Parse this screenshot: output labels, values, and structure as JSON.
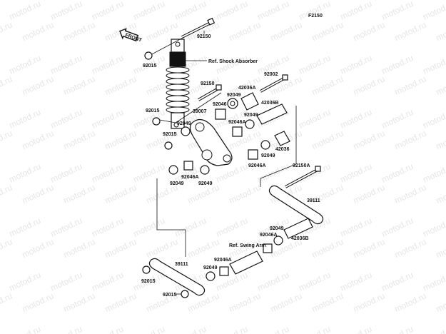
{
  "diagram": {
    "figure_code": "F2150",
    "front_badge": "FRONT",
    "watermark": "motod.ru",
    "references": {
      "shock_absorber": "Ref. Shock Absorber",
      "swing_arm": "Ref. Swing Arm"
    },
    "labels": {
      "bolt_top": "92150",
      "nut_top": "92015",
      "bolt_mid": "92150",
      "bolt_right": "92002",
      "sleeve_a": "42036A",
      "washer_1": "92049",
      "bearing_1": "92046",
      "sleeve_b_top": "42036B",
      "nut_mid": "92015",
      "rocker": "39007",
      "washer_2": "92049",
      "bearing_a1": "92046A",
      "washer_3": "92049",
      "nut_low": "92015",
      "sleeve_c": "42036",
      "washer_4": "92049",
      "bearing_a2": "92046A",
      "washer_5": "92049",
      "bearing_a3": "92046A",
      "washer_6": "92049",
      "bolt_a": "92150A",
      "tie_rod_right": "39111",
      "washer_7": "92049",
      "bearing_a4": "92046A",
      "sleeve_b_low": "42036B",
      "tie_rod_left": "39111",
      "bearing_a5": "92046A",
      "washer_8": "92049",
      "nut_left": "92015",
      "nut_bottom": "92015"
    }
  }
}
